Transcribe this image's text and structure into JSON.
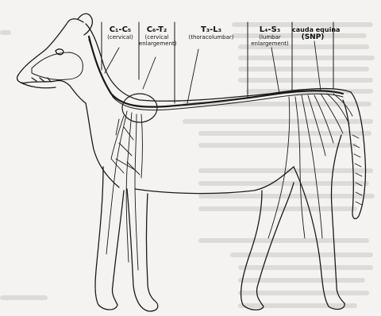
{
  "regions": [
    {
      "id": "cervical",
      "title": "C₁-C₅",
      "subtitle": "(cervical)"
    },
    {
      "id": "cervical-enlargement",
      "title": "C₆-T₂",
      "subtitle": "(cervical enlargement)"
    },
    {
      "id": "thoracolumbar",
      "title": "T₃-L₃",
      "subtitle": "(thoracolumbar)"
    },
    {
      "id": "lumbar-enlargement",
      "title": "L₄-S₃",
      "subtitle": "(lumbar enlargement)"
    },
    {
      "id": "cauda-equina",
      "title": "cauda equina",
      "subtitle": "(SNP)"
    }
  ]
}
